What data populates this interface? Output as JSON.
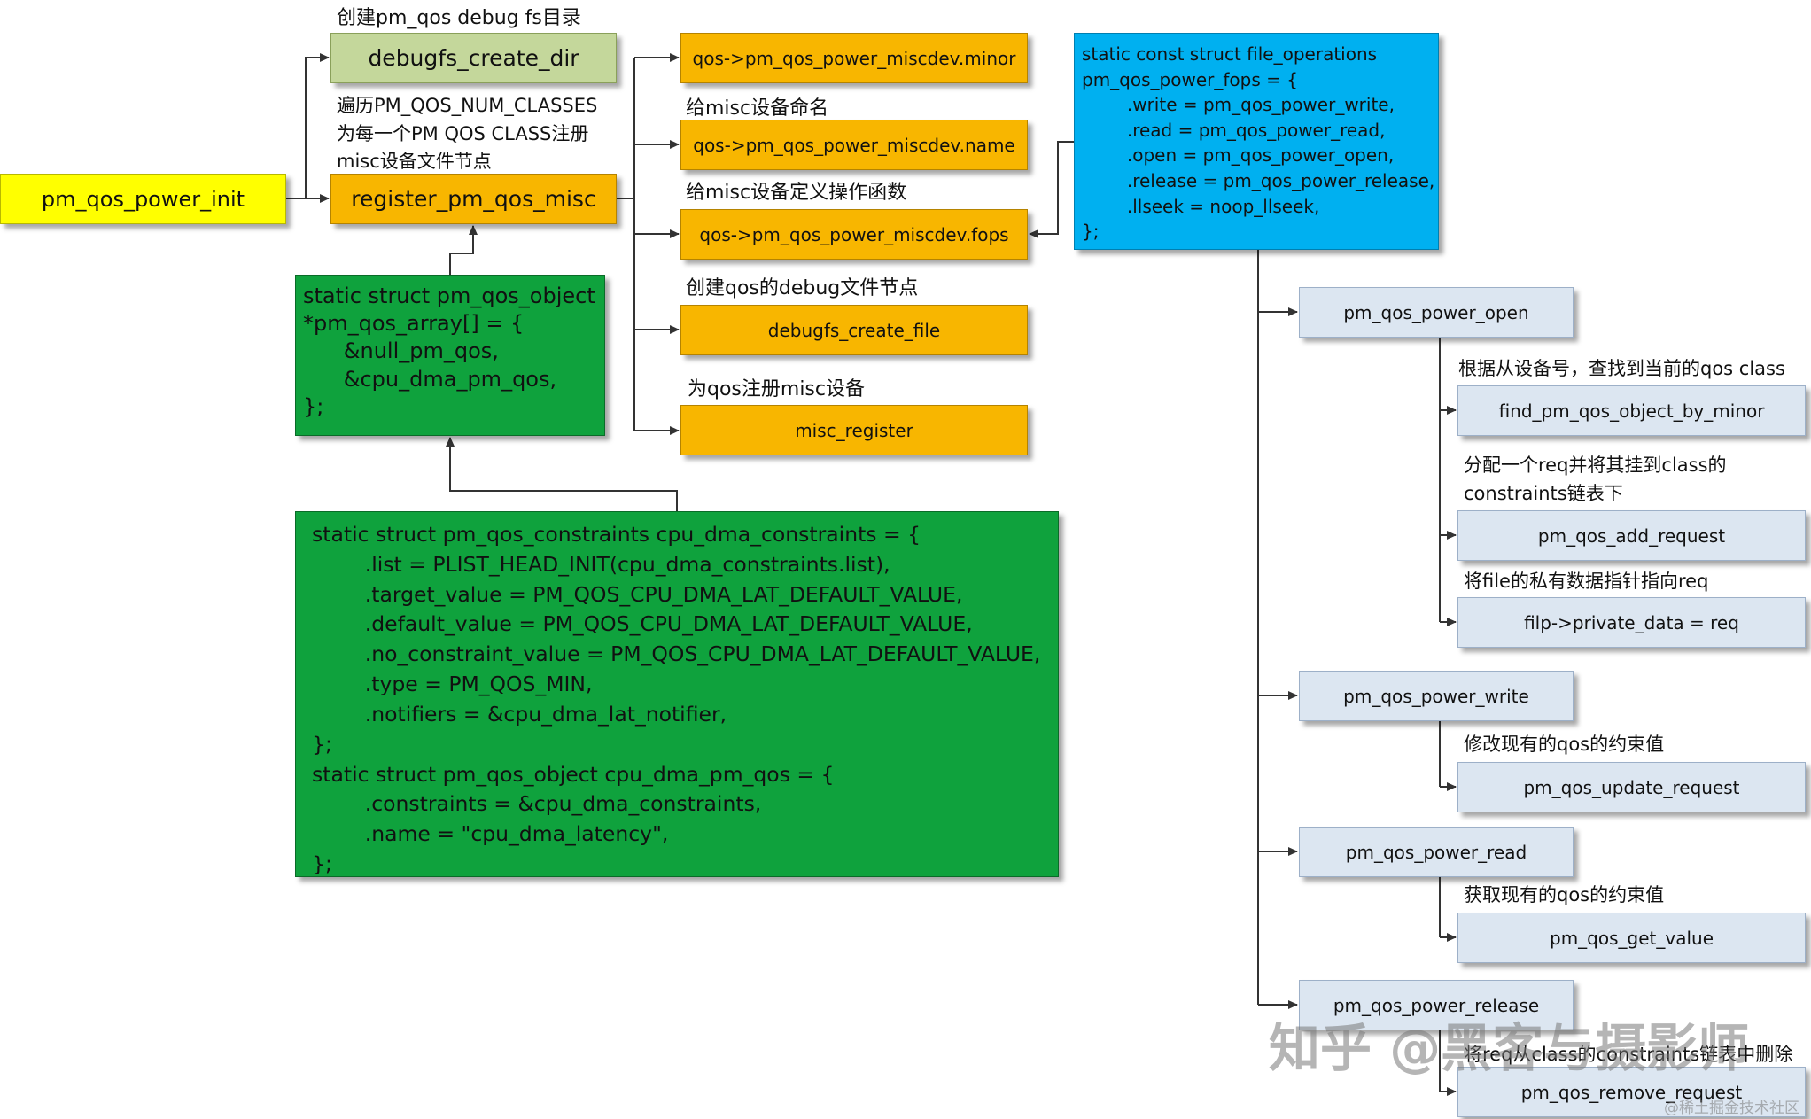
{
  "colors": {
    "yellow": "#ffff00",
    "olive": "#c4d79b",
    "orange": "#f8b600",
    "green_fill": "#0fa23d",
    "blue_fill": "#00b0f0",
    "gray_fill": "#dce6f1",
    "line": "#333333"
  },
  "root": "pm_qos_power_init",
  "nodes": {
    "debugfs_create_dir": "debugfs_create_dir",
    "register_pm_qos_misc": "register_pm_qos_misc",
    "minor": "qos->pm_qos_power_miscdev.minor",
    "name": "qos->pm_qos_power_miscdev.name",
    "fops": "qos->pm_qos_power_miscdev.fops",
    "debugfs_create_file": "debugfs_create_file",
    "misc_register": "misc_register",
    "power_open": "pm_qos_power_open",
    "find_by_minor": "find_pm_qos_object_by_minor",
    "add_request": "pm_qos_add_request",
    "private_data": "filp->private_data = req",
    "power_write": "pm_qos_power_write",
    "update_request": "pm_qos_update_request",
    "power_read": "pm_qos_power_read",
    "get_value": "pm_qos_get_value",
    "power_release": "pm_qos_power_release",
    "remove_request": "pm_qos_remove_request"
  },
  "labels": {
    "create_dir": "创建pm_qos debug fs目录",
    "iterate": "遍历PM_QOS_NUM_CLASSES\n为每一个PM QOS CLASS注册\nmisc设备文件节点",
    "name_misc": "给misc设备命名",
    "define_ops": "给misc设备定义操作函数",
    "create_file": "创建qos的debug文件节点",
    "register_misc": "为qos注册misc设备",
    "find_class": "根据从设备号，查找到当前的qos class",
    "alloc_req": "分配一个req并将其挂到class的\nconstraints链表下",
    "point_private": "将file的私有数据指针指向req",
    "modify": "修改现有的qos的约束值",
    "get": "获取现有的qos的约束值",
    "delete": "将req从class的constraints链表中删除"
  },
  "code": {
    "pm_qos_array": "static struct pm_qos_object\n*pm_qos_array[] = {\n      &null_pm_qos,\n      &cpu_dma_pm_qos,\n};",
    "cpu_dma": "static struct pm_qos_constraints cpu_dma_constraints = {\n        .list = PLIST_HEAD_INIT(cpu_dma_constraints.list),\n        .target_value = PM_QOS_CPU_DMA_LAT_DEFAULT_VALUE,\n        .default_value = PM_QOS_CPU_DMA_LAT_DEFAULT_VALUE,\n        .no_constraint_value = PM_QOS_CPU_DMA_LAT_DEFAULT_VALUE,\n        .type = PM_QOS_MIN,\n        .notifiers = &cpu_dma_lat_notifier,\n};\nstatic struct pm_qos_object cpu_dma_pm_qos = {\n        .constraints = &cpu_dma_constraints,\n        .name = \"cpu_dma_latency\",\n};",
    "fops_struct": "static const struct file_operations\npm_qos_power_fops = {\n        .write = pm_qos_power_write,\n        .read = pm_qos_power_read,\n        .open = pm_qos_power_open,\n        .release = pm_qos_power_release,\n        .llseek = noop_llseek,\n};"
  },
  "watermark": {
    "main": "知乎 @黑客与摄影师",
    "small": "@稀土掘金技术社区"
  }
}
